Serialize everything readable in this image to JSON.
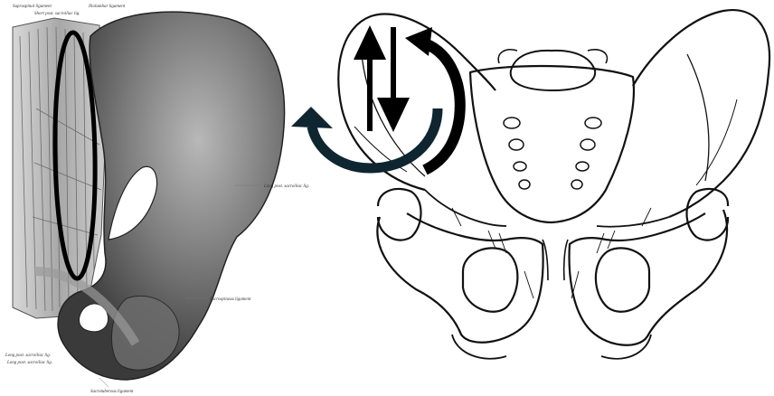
{
  "figure": {
    "left_panel": {
      "labels": [
        "Supraspinal ligament",
        "Iliolumbar ligament",
        "Short post. sacroiliac lig.",
        "Long post. sacroiliac lig.",
        "Sacrospinous ligament",
        "Sacrotuberous ligament",
        "Long post. sacroiliac lig.",
        "Long post. sacroiliac lig."
      ]
    },
    "arrows": {
      "vertical": [
        "up-arrow-icon",
        "down-arrow-icon"
      ],
      "rotation": [
        "curved-arrow-clockwise-icon",
        "curved-arrow-counterclockwise-icon"
      ]
    },
    "colors": {
      "ink": "#111111",
      "bone_shade": "#8a8a8a",
      "arrow_blue": "#0f2530",
      "highlight_ring": "#000000"
    }
  }
}
